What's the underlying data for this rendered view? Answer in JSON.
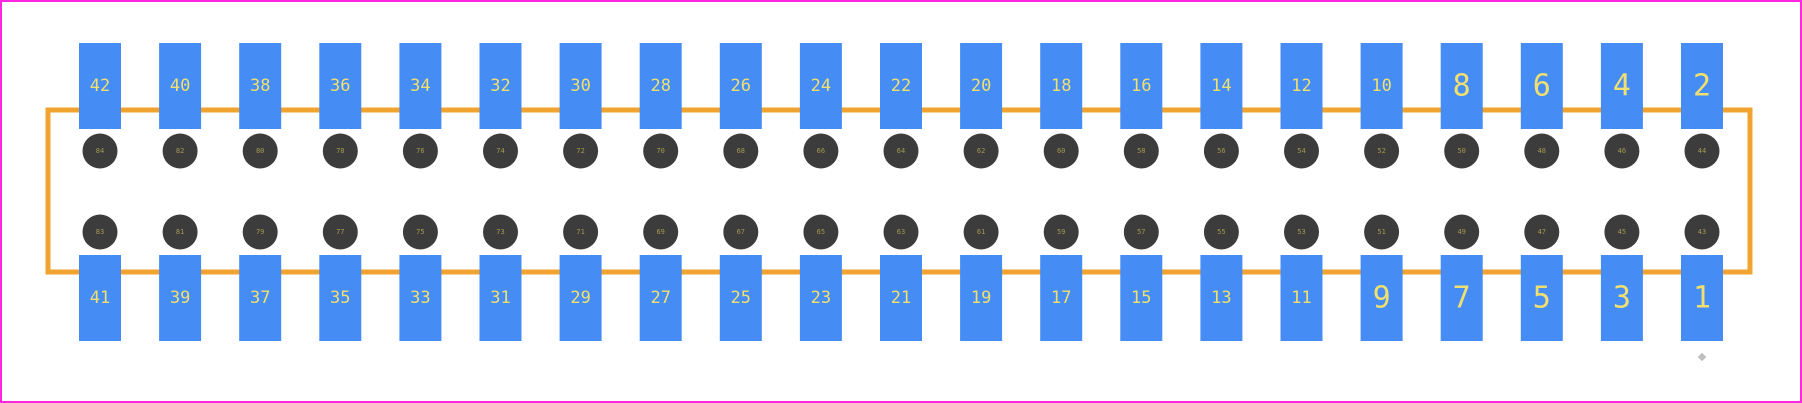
{
  "colors": {
    "background": "#ffffff",
    "board_outline": "#ff26e2",
    "silkscreen": "#f2a32f",
    "courtyard": "#d8a868",
    "pad": "#458cf5",
    "pad_label": "#f0e070",
    "hole": "#3c3c3c",
    "hole_label": "#a39a50",
    "marker": "#bfbfbf"
  },
  "footprint": {
    "top_pads": [
      "42",
      "40",
      "38",
      "36",
      "34",
      "32",
      "30",
      "28",
      "26",
      "24",
      "22",
      "20",
      "18",
      "16",
      "14",
      "12",
      "10",
      "8",
      "6",
      "4",
      "2"
    ],
    "bottom_pads": [
      "41",
      "39",
      "37",
      "35",
      "33",
      "31",
      "29",
      "27",
      "25",
      "23",
      "21",
      "19",
      "17",
      "15",
      "13",
      "11",
      "9",
      "7",
      "5",
      "3",
      "1"
    ],
    "top_holes": [
      "84",
      "82",
      "80",
      "78",
      "76",
      "74",
      "72",
      "70",
      "68",
      "66",
      "64",
      "62",
      "60",
      "58",
      "56",
      "54",
      "52",
      "50",
      "48",
      "46",
      "44"
    ],
    "bottom_holes": [
      "83",
      "81",
      "79",
      "77",
      "75",
      "73",
      "71",
      "69",
      "67",
      "65",
      "63",
      "61",
      "59",
      "57",
      "55",
      "53",
      "51",
      "49",
      "47",
      "45",
      "43"
    ],
    "pin1_marker": "small-diamond-marker"
  }
}
